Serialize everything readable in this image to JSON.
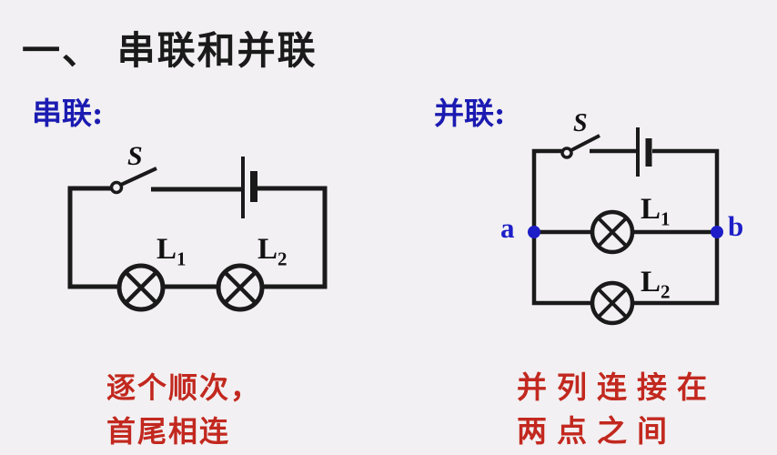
{
  "title": "一、 串联和并联",
  "series": {
    "heading": "串联:",
    "switch_label": "S",
    "lamp1": {
      "base": "L",
      "sub": "1"
    },
    "lamp2": {
      "base": "L",
      "sub": "2"
    },
    "caption_line1": "逐个顺次，",
    "caption_line2": "首尾相连"
  },
  "parallel": {
    "heading": "并联:",
    "switch_label": "S",
    "node_a": "a",
    "node_b": "b",
    "lamp1": {
      "base": "L",
      "sub": "1"
    },
    "lamp2": {
      "base": "L",
      "sub": "2"
    },
    "caption_line1": "并列连接在",
    "caption_line2": "两点之间"
  },
  "colors": {
    "background": "#f2f0f2",
    "ink": "#1a1a1a",
    "heading_blue": "#1b1bb2",
    "node_blue": "#1e1ec8",
    "caption_red": "#c2281f"
  }
}
